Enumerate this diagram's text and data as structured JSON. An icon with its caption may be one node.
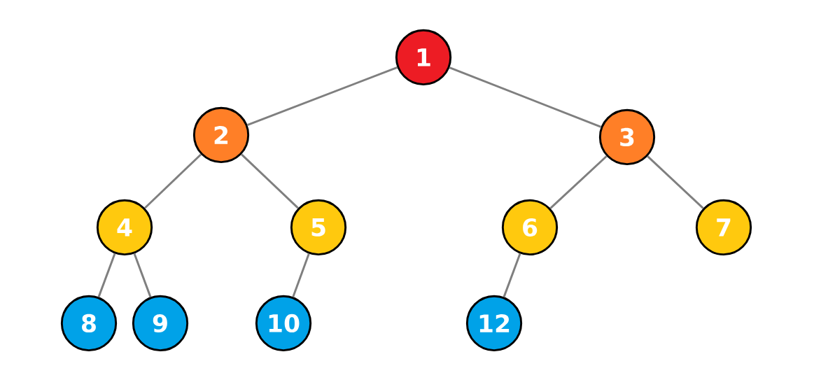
{
  "diagram": {
    "nodes": [
      {
        "text": [
          "1"
        ]
      },
      {
        "text": [
          "2"
        ]
      },
      {
        "text": [
          "3"
        ]
      },
      {
        "text": [
          "4"
        ]
      },
      {
        "text": [
          "5"
        ]
      },
      {
        "text": [
          "6"
        ]
      },
      {
        "text": [
          "7"
        ]
      },
      {
        "text": [
          "8"
        ]
      },
      {
        "text": [
          "9"
        ]
      },
      {
        "text": [
          "10"
        ]
      },
      {
        "text": [
          "12"
        ]
      }
    ],
    "edges": [
      {
        "from": 0,
        "to": 1,
        "arrow": "none"
      },
      {
        "from": 0,
        "to": 2,
        "arrow": "none"
      },
      {
        "from": 1,
        "to": 3,
        "arrow": "none"
      },
      {
        "from": 1,
        "to": 4,
        "arrow": "none"
      },
      {
        "from": 2,
        "to": 5,
        "arrow": "none"
      },
      {
        "from": 2,
        "to": 6,
        "arrow": "none"
      },
      {
        "from": 3,
        "to": 7,
        "arrow": "none"
      },
      {
        "from": 3,
        "to": 8,
        "arrow": "none"
      },
      {
        "from": 4,
        "to": 9,
        "arrow": "none"
      },
      {
        "from": 5,
        "to": 10,
        "arrow": "none"
      }
    ]
  }
}
